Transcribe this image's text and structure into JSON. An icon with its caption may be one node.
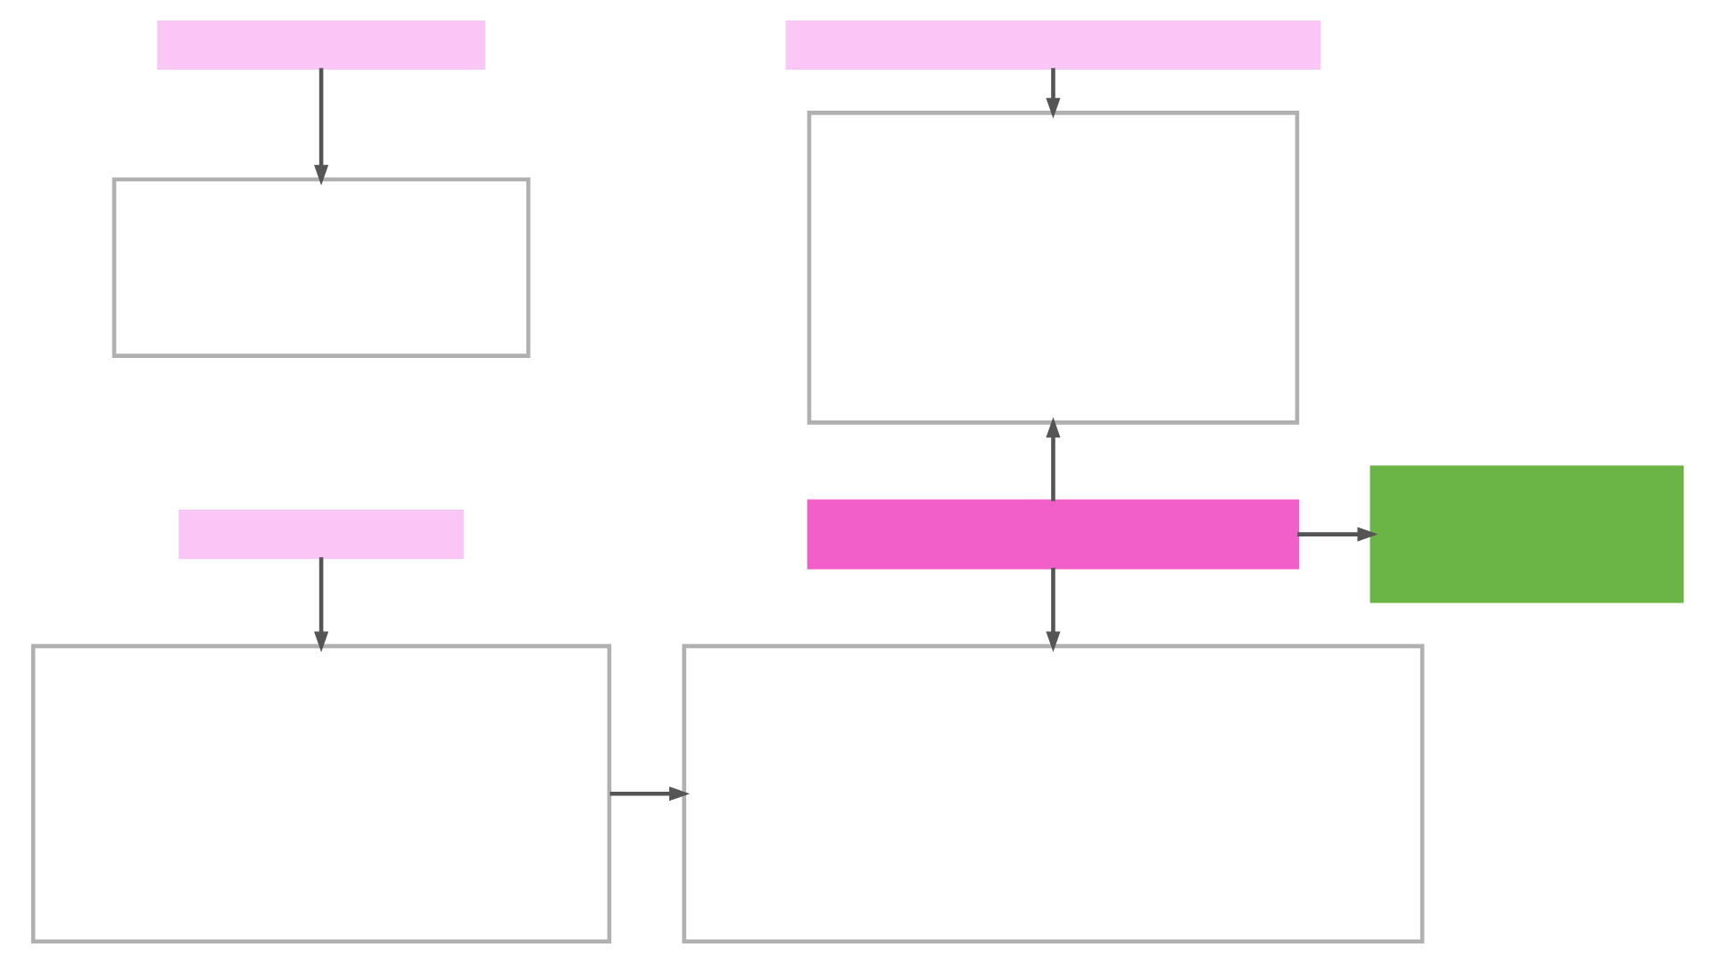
{
  "diagram": {
    "nodes": [
      {
        "text": [],
        "shape": "box"
      },
      {
        "text": [],
        "shape": "box"
      },
      {
        "text": [],
        "shape": "box"
      },
      {
        "text": [],
        "shape": "box"
      },
      {
        "text": [],
        "shape": "box"
      },
      {
        "text": [],
        "shape": "box"
      },
      {
        "text": [],
        "shape": "box"
      },
      {
        "text": [],
        "shape": "box"
      },
      {
        "text": [],
        "shape": "box"
      }
    ],
    "edges": [
      {
        "from": 0,
        "to": 1,
        "arrow": "to"
      },
      {
        "from": 2,
        "to": 3,
        "arrow": "to"
      },
      {
        "from": 4,
        "to": 7,
        "arrow": "to"
      },
      {
        "from": 5,
        "to": 1,
        "arrow": "to"
      },
      {
        "from": 5,
        "to": 6,
        "arrow": "to"
      },
      {
        "from": 5,
        "to": 8,
        "arrow": "to"
      },
      {
        "from": 7,
        "to": 8,
        "arrow": "to"
      }
    ]
  }
}
